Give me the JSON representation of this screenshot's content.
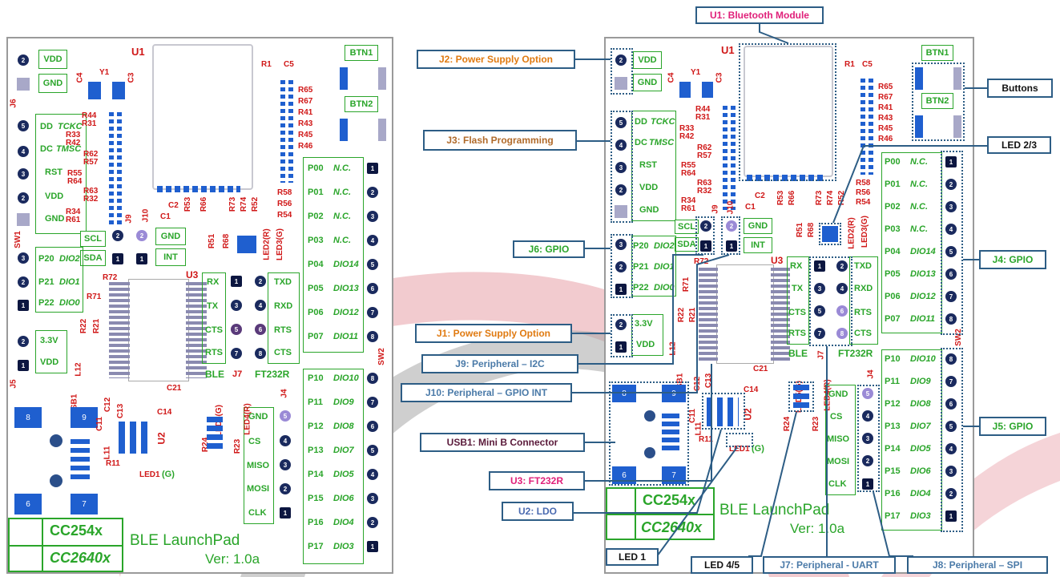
{
  "colors": {
    "silk_green": "#2aa52a",
    "ref_red": "#d01818",
    "pad_blue": "#1f5fcf",
    "callout_border": "#2d5d85",
    "watermark_red": "#e8a0a8",
    "watermark_gray": "#a0a0a0"
  },
  "board": {
    "refdes": [
      "U1",
      "Y1",
      "C4",
      "C3",
      "R1",
      "C5",
      "R65",
      "R67",
      "R41",
      "R43",
      "R45",
      "R46",
      "R44",
      "R31",
      "R33",
      "R42",
      "R62",
      "R57",
      "R55",
      "R64",
      "R63",
      "R32",
      "R34",
      "R61",
      "R58",
      "R56",
      "R54",
      "C2",
      "C1",
      "R53",
      "R66",
      "R73",
      "R74",
      "R52",
      "R51",
      "R68",
      "LED2(R)",
      "LED3(G)",
      "J9",
      "J10",
      "R72",
      "R71",
      "R22",
      "R21",
      "U3",
      "J7",
      "L12",
      "USB1",
      "C21",
      "C12",
      "C13",
      "C11",
      "C14",
      "L11",
      "R11",
      "U2",
      "LED1",
      "(G)",
      "R24",
      "LED5(G)",
      "R23",
      "LED4(R)",
      "J8",
      "J1",
      "J2",
      "J3",
      "J4",
      "J5",
      "J6",
      "SW1",
      "SW2"
    ],
    "j2": [
      "VDD",
      "GND"
    ],
    "j3": [
      "DD",
      "TCKC",
      "DC",
      "TMSC",
      "RST",
      "VDD",
      "GND"
    ],
    "j6": [
      "SCL",
      "SDA",
      "P20",
      "DIO2",
      "P21",
      "DIO1",
      "P22",
      "DIO0"
    ],
    "j1": [
      "3.3V",
      "VDD"
    ],
    "j10": [
      "GND",
      "INT"
    ],
    "j7_left": [
      "RX",
      "TX",
      "CTS",
      "RTS"
    ],
    "j7_right": [
      "TXD",
      "RXD",
      "RTS",
      "CTS"
    ],
    "j7_labels": [
      "BLE",
      "FT232R"
    ],
    "j8": [
      "GND",
      "CS",
      "MISO",
      "MOSI",
      "CLK"
    ],
    "j4": [
      [
        "P00",
        "N.C."
      ],
      [
        "P01",
        "N.C."
      ],
      [
        "P02",
        "N.C."
      ],
      [
        "P03",
        "N.C."
      ],
      [
        "P04",
        "DIO14"
      ],
      [
        "P05",
        "DIO13"
      ],
      [
        "P06",
        "DIO12"
      ],
      [
        "P07",
        "DIO11"
      ]
    ],
    "j5": [
      [
        "P10",
        "DIO10"
      ],
      [
        "P11",
        "DIO9"
      ],
      [
        "P12",
        "DIO8"
      ],
      [
        "P13",
        "DIO7"
      ],
      [
        "P14",
        "DIO5"
      ],
      [
        "P15",
        "DIO6"
      ],
      [
        "P16",
        "DIO4"
      ],
      [
        "P17",
        "DIO3"
      ]
    ],
    "buttons": [
      "BTN1",
      "BTN2"
    ],
    "logo": [
      "CC254x",
      "CC2640x"
    ],
    "brand": "BLE LaunchPad",
    "version": "Ver: 1.0a",
    "pin_numbers": [
      "1",
      "2",
      "3",
      "4",
      "5",
      "6",
      "7",
      "8",
      "9"
    ]
  },
  "callouts": [
    "U1: Bluetooth Module",
    "J2: Power Supply Option",
    "Buttons",
    "J3: Flash Programming",
    "LED 2/3",
    "J6: GPIO",
    "J4: GPIO",
    "J1: Power Supply Option",
    "J9: Peripheral – I2C",
    "J10: Peripheral – GPIO INT",
    "USB1: Mini B Connector",
    "J5: GPIO",
    "U3: FT232R",
    "U2: LDO",
    "LED 1",
    "LED 4/5",
    "J7: Peripheral - UART",
    "J8: Peripheral – SPI"
  ]
}
